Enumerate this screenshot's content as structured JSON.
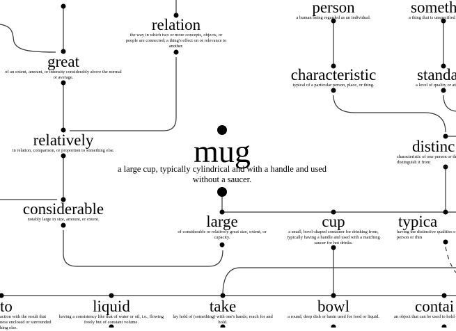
{
  "center": {
    "word": "mug",
    "definition": "a large cup, typically cylindrical and with a handle and used without a saucer."
  },
  "nodes": {
    "great": {
      "word": "great",
      "definition": "of an extent, amount, or intensity considerably above the normal or average."
    },
    "relation": {
      "word": "relation",
      "definition": "the way in which two or more concepts, objects, or people are connected; a thing's effect on or relevance to another."
    },
    "relatively": {
      "word": "relatively",
      "definition": "in relation, comparison, or proportion to something else."
    },
    "considerable": {
      "word": "considerable",
      "definition": "notably large in size, amount, or extent."
    },
    "large": {
      "word": "large",
      "definition": "of considerable or relatively great size, extent, or capacity."
    },
    "cup": {
      "word": "cup",
      "definition": "a small, bowl-shaped container for drinking from, typically having a handle and used with a matching saucer for hot drinks."
    },
    "typical": {
      "word": "typica",
      "definition": "having the distinctive qualities o person or thin"
    },
    "person": {
      "word": "person",
      "definition": "a human being regarded as an individual."
    },
    "characteristic": {
      "word": "characteristic",
      "definition": "typical of a particular person, place, or thing."
    },
    "something": {
      "word": "someth",
      "definition": "a thing that is unspecified o"
    },
    "standard": {
      "word": "standa",
      "definition": "a level of quality or att"
    },
    "distinct": {
      "word": "distinc",
      "definition": "characteristic of one person or th distinguish it from"
    },
    "into": {
      "word": "to",
      "definition": "action with the result that ness enclosed or surrounded hing else."
    },
    "liquid": {
      "word": "liquid",
      "definition": "having a consistency like that of water or oil, i.e., flowing freely but of constant volume."
    },
    "take": {
      "word": "take",
      "definition": "lay hold of (something) with one's hands; reach for and hold."
    },
    "bowl": {
      "word": "bowl",
      "definition": "a round, deep dish or basin used for food or liquid."
    },
    "container": {
      "word": "contai",
      "definition": "an object that can be used to hold o"
    }
  }
}
